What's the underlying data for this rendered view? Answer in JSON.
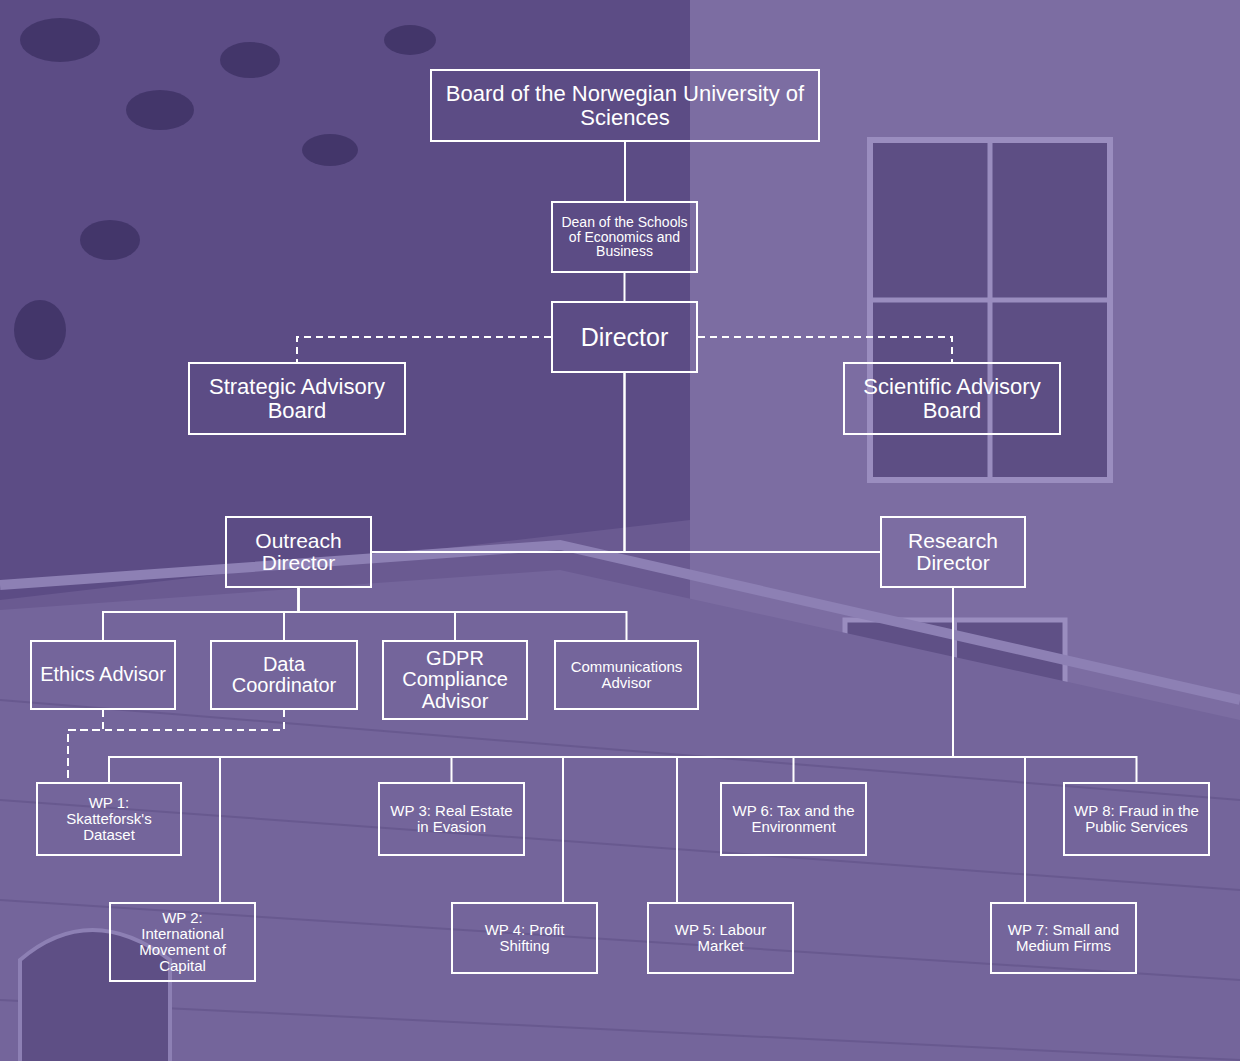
{
  "diagram": {
    "nodes": [
      {
        "text": [
          "Board of the Norwegian University of Sciences"
        ]
      },
      {
        "text": [
          "Dean of the Schools of Economics and Business"
        ]
      },
      {
        "text": [
          "Director"
        ]
      },
      {
        "text": [
          "Strategic Advisory Board"
        ]
      },
      {
        "text": [
          "Scientific Advisory Board"
        ]
      },
      {
        "text": [
          "Outreach Director"
        ]
      },
      {
        "text": [
          "Research Director"
        ]
      },
      {
        "text": [
          "Ethics Advisor"
        ]
      },
      {
        "text": [
          "Data Coordinator"
        ]
      },
      {
        "text": [
          "GDPR Compliance Advisor"
        ]
      },
      {
        "text": [
          "Communications Advisor"
        ]
      },
      {
        "text": [
          "WP 1: Skatteforsk's Dataset"
        ]
      },
      {
        "text": [
          "WP 2: International Movement of Capital"
        ]
      },
      {
        "text": [
          "WP 3: Real Estate in Evasion"
        ]
      },
      {
        "text": [
          "WP 4: Profit Shifting"
        ]
      },
      {
        "text": [
          "WP 5: Labour Market"
        ]
      },
      {
        "text": [
          "WP 6: Tax and the Environment"
        ]
      },
      {
        "text": [
          "WP 7: Small and Medium Firms"
        ]
      },
      {
        "text": [
          "WP 8: Fraud in the Public Services"
        ]
      }
    ],
    "edges": [
      {
        "from": 0,
        "to": 1,
        "arrow": "none"
      },
      {
        "from": 1,
        "to": 2,
        "arrow": "none"
      },
      {
        "from": 2,
        "to": 3,
        "arrow": "none"
      },
      {
        "from": 2,
        "to": 4,
        "arrow": "none"
      },
      {
        "from": 2,
        "to": 5,
        "arrow": "none"
      },
      {
        "from": 2,
        "to": 6,
        "arrow": "none"
      },
      {
        "from": 5,
        "to": 7,
        "arrow": "none"
      },
      {
        "from": 5,
        "to": 8,
        "arrow": "none"
      },
      {
        "from": 5,
        "to": 9,
        "arrow": "none"
      },
      {
        "from": 5,
        "to": 10,
        "arrow": "none"
      },
      {
        "from": 6,
        "to": 11,
        "arrow": "none"
      },
      {
        "from": 6,
        "to": 12,
        "arrow": "none"
      },
      {
        "from": 6,
        "to": 13,
        "arrow": "none"
      },
      {
        "from": 6,
        "to": 14,
        "arrow": "none"
      },
      {
        "from": 6,
        "to": 15,
        "arrow": "none"
      },
      {
        "from": 6,
        "to": 16,
        "arrow": "none"
      },
      {
        "from": 6,
        "to": 17,
        "arrow": "none"
      },
      {
        "from": 6,
        "to": 18,
        "arrow": "none"
      },
      {
        "from": 7,
        "to": 11,
        "arrow": "none"
      },
      {
        "from": 8,
        "to": 11,
        "arrow": "none"
      }
    ]
  }
}
